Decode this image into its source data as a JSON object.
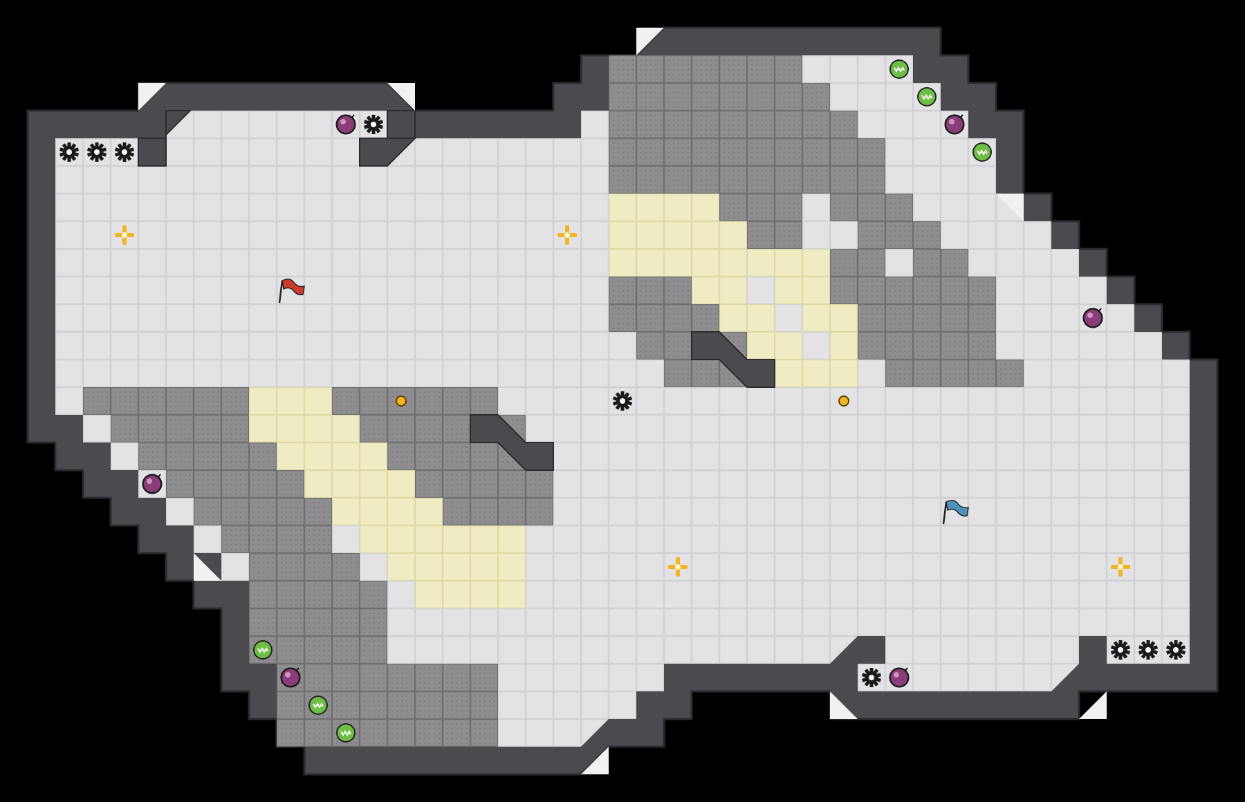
{
  "map": {
    "name": "",
    "style": "top-down tile arena, two symmetric lobes",
    "colors": {
      "background": "#000000",
      "wall": "#4b4a4f",
      "wall_edge": "#2b2a2e",
      "floor": "#e3e3e6",
      "floor_grid": "#d2d2d6",
      "raised_block": "#8e8e90",
      "raised_block_grid": "#6f6f72",
      "highlight_zone": "#efecc4",
      "highlight_grid": "#dedaa6",
      "corner_tile": "#f1f1f3",
      "team_red": "#d03a2a",
      "team_blue": "#4f93b8",
      "powerup_gold": "#f3b526",
      "mine": "#1a1a1a",
      "bomb": "#8a3d78",
      "shield_orb": "#6ebd45"
    }
  },
  "legend": {
    "flags": [
      "red-team-flag",
      "blue-team-flag"
    ],
    "pickups": [
      "boost-pad",
      "spike-mine",
      "bomb",
      "speed-orb",
      "neutral-dot"
    ]
  }
}
